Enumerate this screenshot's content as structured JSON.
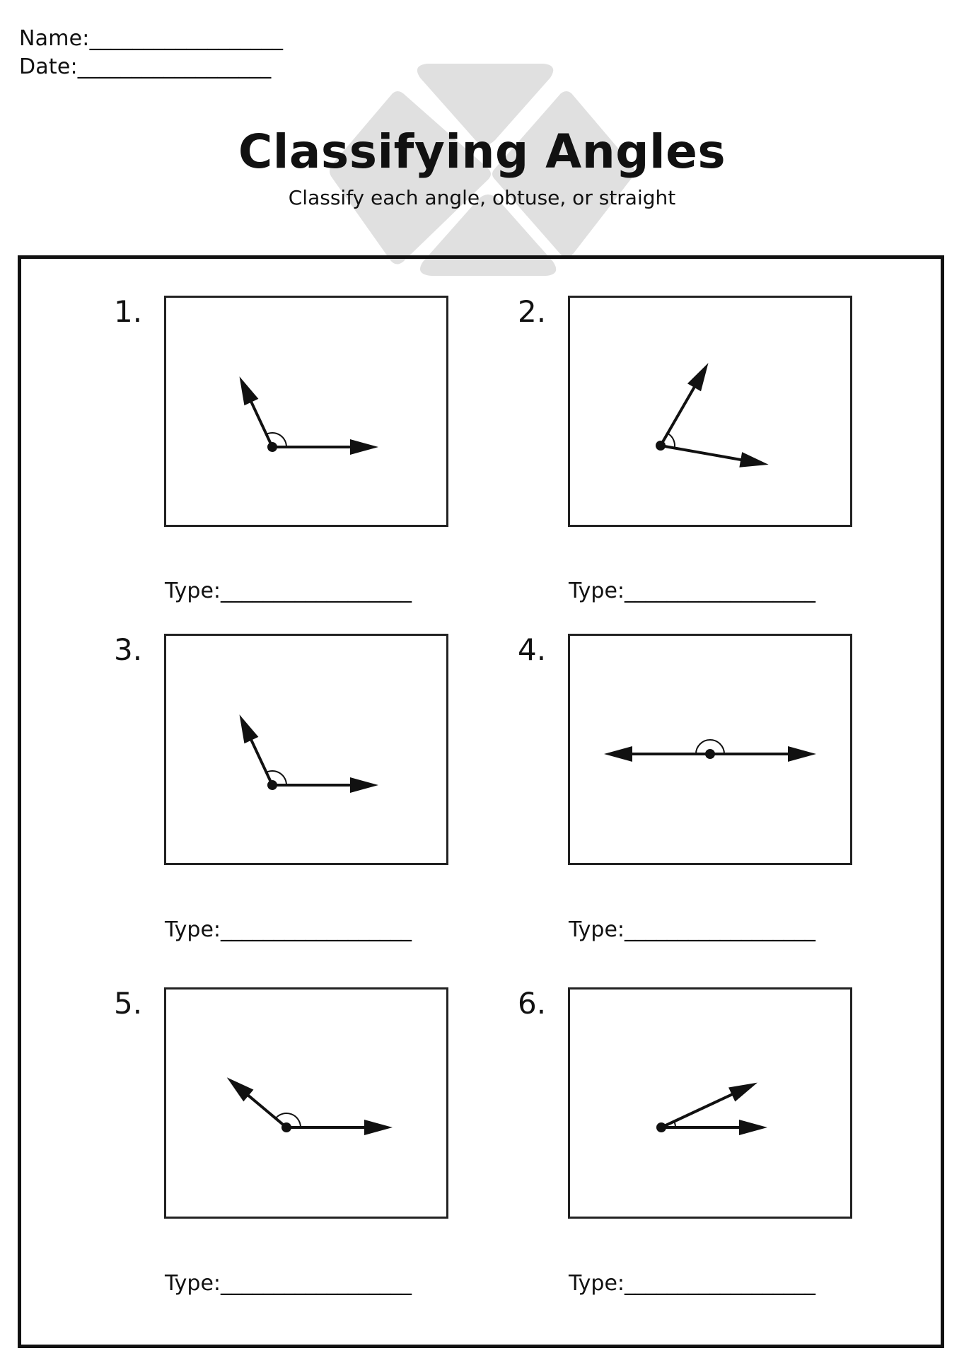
{
  "header": {
    "name_line": "Name:__________________",
    "date_line": "Date:__________________"
  },
  "title": "Classifying Angles",
  "subtitle": "Classify each angle, obtuse, or straight",
  "colors": {
    "ink": "#111111",
    "logo_gray": "#e0e0e0",
    "box_border": "#222222"
  },
  "problems": [
    {
      "number": "1.",
      "type_label": "Type:__________________",
      "rays_deg": [
        0,
        115
      ]
    },
    {
      "number": "2.",
      "type_label": "Type:__________________",
      "rays_deg": [
        -10,
        60
      ]
    },
    {
      "number": "3.",
      "type_label": "Type:__________________",
      "rays_deg": [
        0,
        115
      ]
    },
    {
      "number": "4.",
      "type_label": "Type:__________________",
      "rays_deg": [
        0,
        180
      ]
    },
    {
      "number": "5.",
      "type_label": "Type:__________________",
      "rays_deg": [
        0,
        140
      ]
    },
    {
      "number": "6.",
      "type_label": "Type:__________________",
      "rays_deg": [
        0,
        25
      ]
    }
  ]
}
